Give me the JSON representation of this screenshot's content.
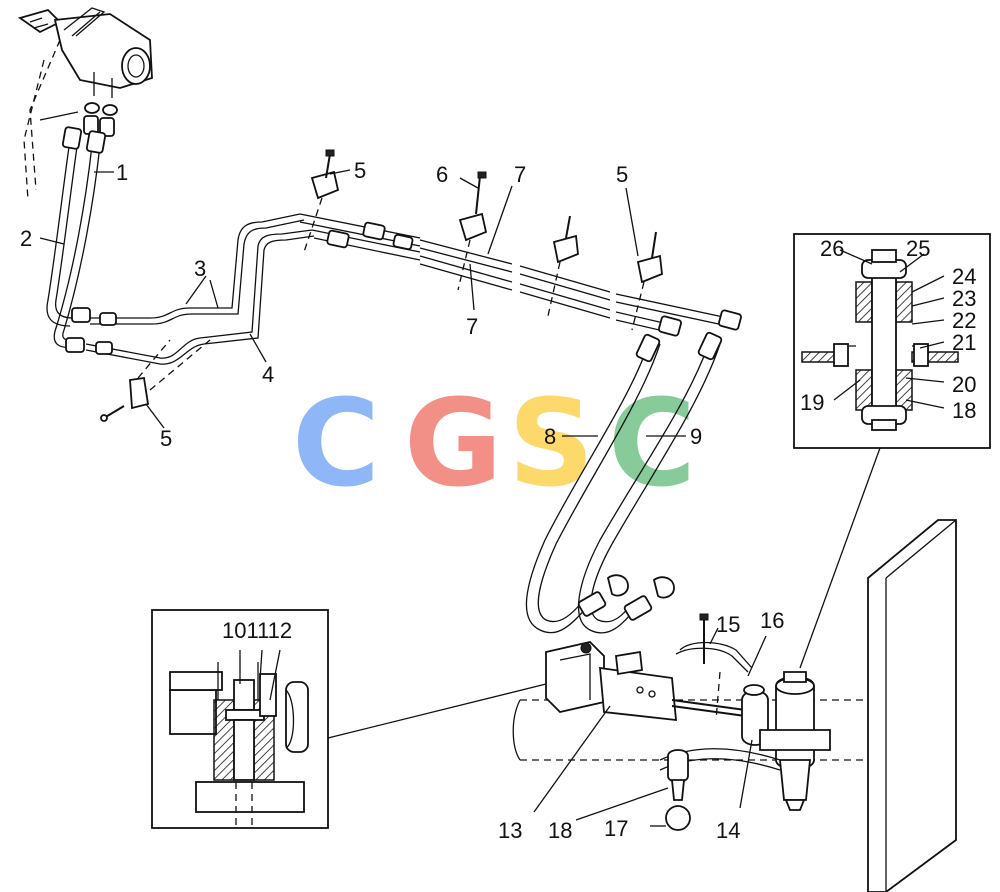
{
  "watermark": {
    "letters": [
      "C",
      "G",
      "S",
      "C"
    ],
    "colors": [
      "#8ab4f8",
      "#f28b82",
      "#fdd663",
      "#81c995"
    ]
  },
  "callouts": {
    "c1": "1",
    "c2": "2",
    "c3": "3",
    "c4": "4",
    "c5a": "5",
    "c5b": "5",
    "c5c": "5",
    "c6": "6",
    "c7a": "7",
    "c7b": "7",
    "c8": "8",
    "c9": "9",
    "c101112": "101112",
    "c13": "13",
    "c14": "14",
    "c15": "15",
    "c16": "16",
    "c17": "17",
    "c18a": "18",
    "c18b": "18",
    "c19": "19",
    "c20": "20",
    "c21": "21",
    "c22": "22",
    "c23": "23",
    "c24": "24",
    "c25": "25",
    "c26": "26"
  }
}
